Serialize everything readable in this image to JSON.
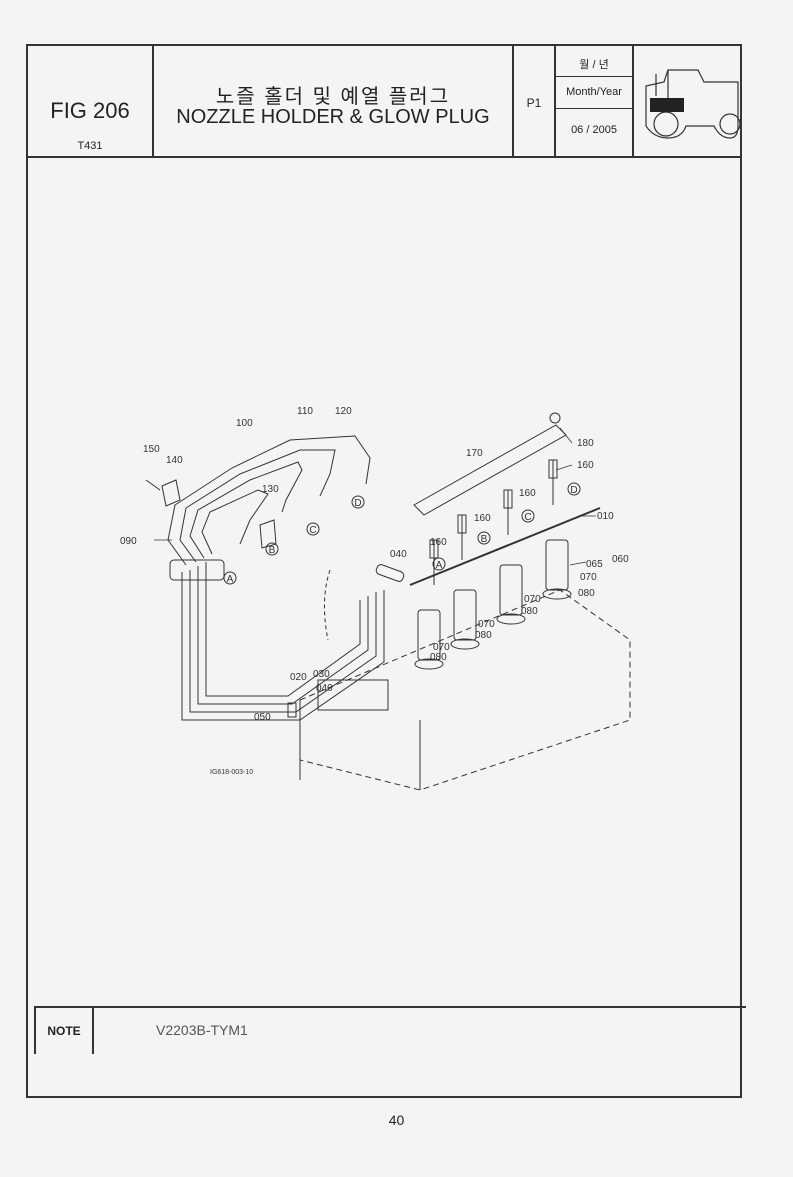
{
  "header": {
    "fig": "FIG 206",
    "model": "T431",
    "title_ko": "노즐 홀더 및 예열 플러그",
    "title_en": "NOZZLE HOLDER & GLOW PLUG",
    "page": "P1",
    "date_label_ko": "월 / 년",
    "date_label_en": "Month/Year",
    "date": "06 / 2005"
  },
  "diagram": {
    "drawing_no": "IG618-003-10",
    "callouts": {
      "c010": "010",
      "c020": "020",
      "c030": "030",
      "c040a": "040",
      "c040b": "040",
      "c050": "050",
      "c060": "060",
      "c065": "065",
      "c070a": "070",
      "c070b": "070",
      "c070c": "070",
      "c070d": "070",
      "c080a": "080",
      "c080b": "080",
      "c080c": "080",
      "c080d": "080",
      "c090": "090",
      "c100": "100",
      "c110": "110",
      "c120": "120",
      "c130": "130",
      "c140": "140",
      "c150": "150",
      "c160a": "160",
      "c160b": "160",
      "c160c": "160",
      "c160d": "160",
      "c170": "170",
      "c180": "180"
    },
    "markers": {
      "A": "A",
      "B": "B",
      "C": "C",
      "D": "D"
    }
  },
  "note": {
    "label": "NOTE",
    "text": "V2203B-TYM1"
  },
  "page_number": "40"
}
